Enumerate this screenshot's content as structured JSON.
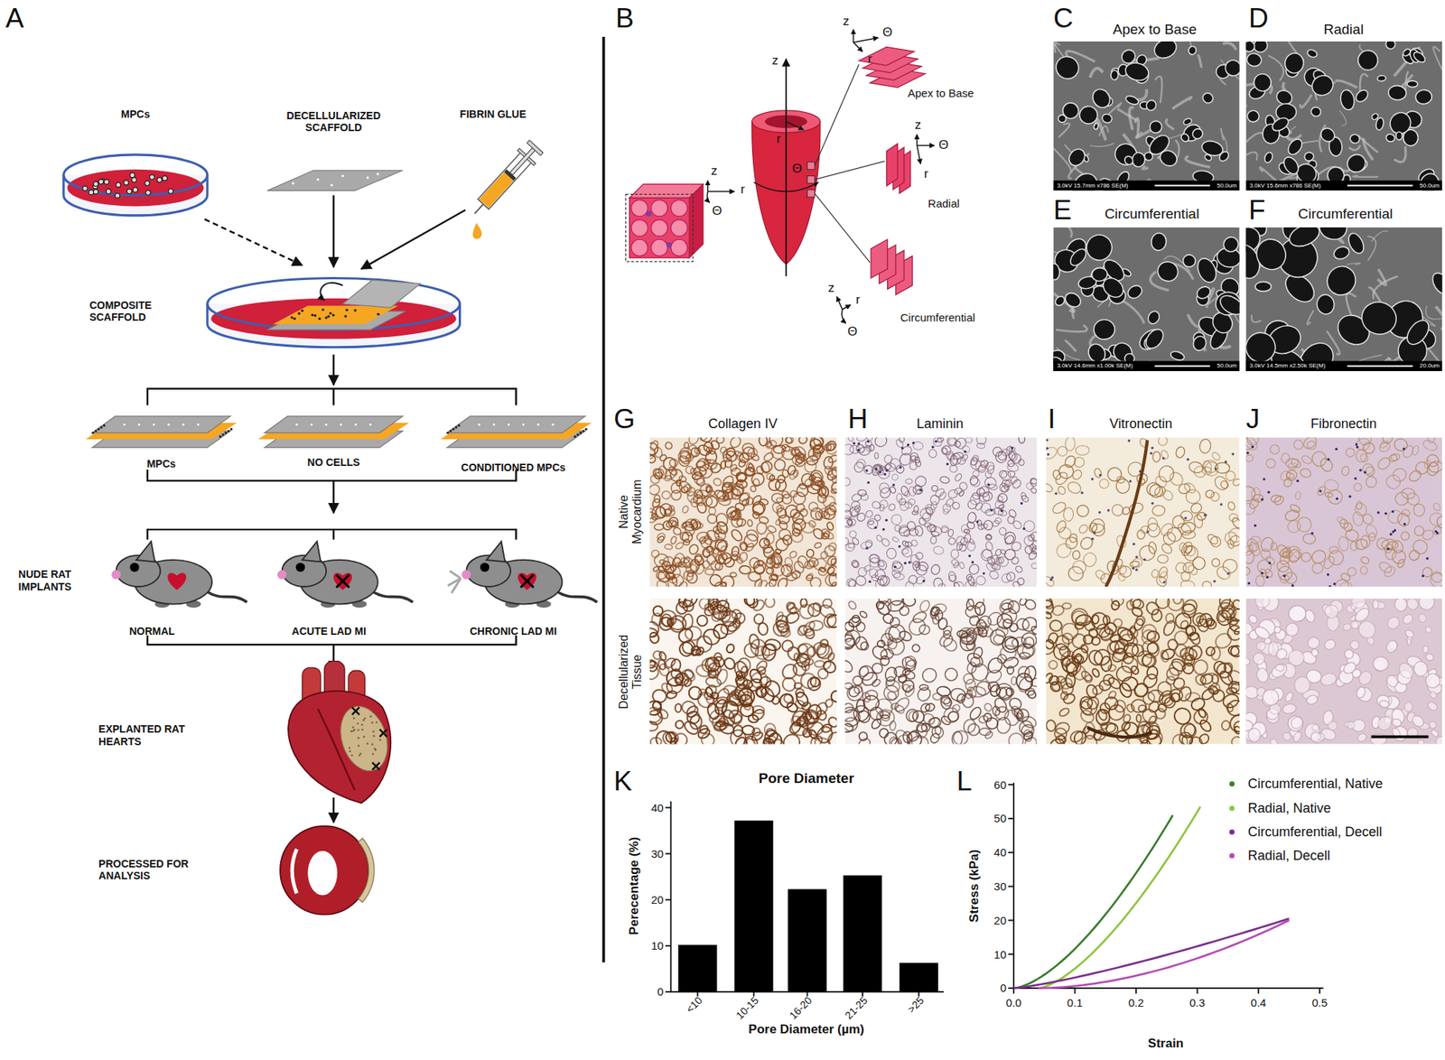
{
  "diagram": {
    "labels": [
      "A",
      "MPCs",
      "DECELLULARIZED SCAFFOLD",
      "FIBRIN GLUE",
      "COMPOSITE SCAFFOLD",
      "MPCs",
      "NO CELLS",
      "CONDITIONED MPCs",
      "NUDE RAT IMPLANTS",
      "NORMAL",
      "ACUTE LAD MI",
      "CHRONIC LAD MI",
      "EXPLANTED RAT HEARTS",
      "PROCESSED FOR ANALYSIS",
      "B",
      "z",
      "r",
      "Θ",
      "z",
      "r",
      "Θ",
      "z",
      "Θ",
      "r",
      "Apex to Base",
      "z",
      "Θ",
      "r",
      "Radial",
      "z",
      "r",
      "Θ",
      "Circumferential",
      "C",
      "Apex to Base",
      "3.0kV 15.7mm x786 SE(M)",
      "50.0um",
      "D",
      "Radial",
      "3.0kV 15.6mm x786 SE(M)",
      "50.0um",
      "E",
      "Circumferential",
      "3.0kV 14.6mm x1.00k SE(M)",
      "50.0um",
      "F",
      "Circumferential",
      "3.0kV 14.5mm x2.50k SE(M)",
      "20.0um",
      "G",
      "Collagen IV",
      "H",
      "Laminin",
      "I",
      "Vitronectin",
      "J",
      "Fibronectin",
      "Native Myocardium",
      "Decellularized Tissue",
      "K",
      "Pore Diameter",
      "Perecentage (%)",
      "0",
      "10",
      "20",
      "30",
      "40",
      "<10",
      "10-15",
      "16-20",
      "21-25",
      ">25",
      "Pore Diameter (µm)",
      "L",
      "0",
      "10",
      "20",
      "30",
      "40",
      "50",
      "60",
      "0.0",
      "0.1",
      "0.2",
      "0.3",
      "0.4",
      "0.5",
      "Stress (kPa)",
      "Strain"
    ],
    "legend": [
      {
        "text": "Circumferential, Native",
        "color": "#3a7d2e"
      },
      {
        "text": "Radial, Native",
        "color": "#8cc63f"
      },
      {
        "text": "Circumferential, Decell",
        "color": "#7b2f8e"
      },
      {
        "text": "Radial, Decell",
        "color": "#b54cb5"
      }
    ]
  }
}
